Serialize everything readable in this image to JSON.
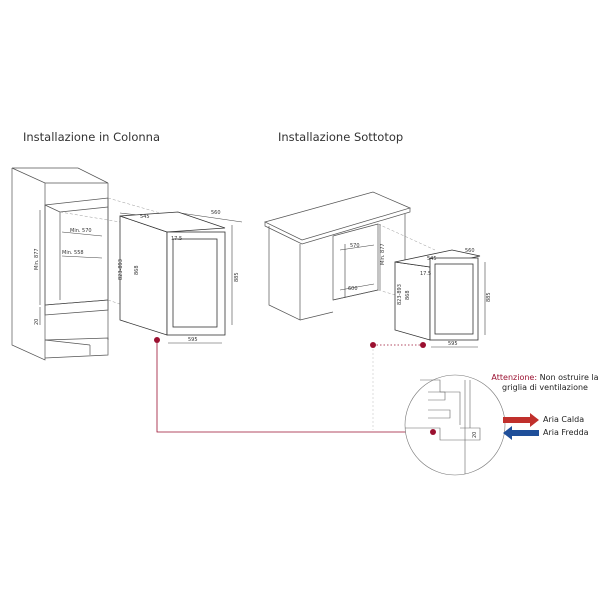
{
  "titles": {
    "column": "Installazione in Colonna",
    "undertop": "Installazione Sottotop"
  },
  "column_dims": {
    "min_570": "Min. 570",
    "min_558": "Min. 558",
    "min_877": "Min. 877",
    "gap_20": "20",
    "depth_545": "545",
    "width_560": "560",
    "door_17_5": "17.5",
    "height_range": "823-893",
    "height_868": "868",
    "height_885": "885",
    "width_595": "595"
  },
  "undertop_dims": {
    "niche_570": "570",
    "min_877": "Min. 877",
    "niche_600": "600",
    "depth_545": "545",
    "width_560": "560",
    "door_17_5": "17.5",
    "height_range": "823-893",
    "height_868": "868",
    "height_885": "885",
    "width_595": "595"
  },
  "callout": {
    "attention_label": "Attenzione:",
    "attention_text": "Non ostruire la",
    "attention_text2": "griglia di ventilazione",
    "hot_air": "Aria Calda",
    "cold_air": "Aria Fredda",
    "gap": "20"
  },
  "colors": {
    "accent": "#9b1030",
    "hot": "#c0302c",
    "cold": "#1f4f9a"
  }
}
